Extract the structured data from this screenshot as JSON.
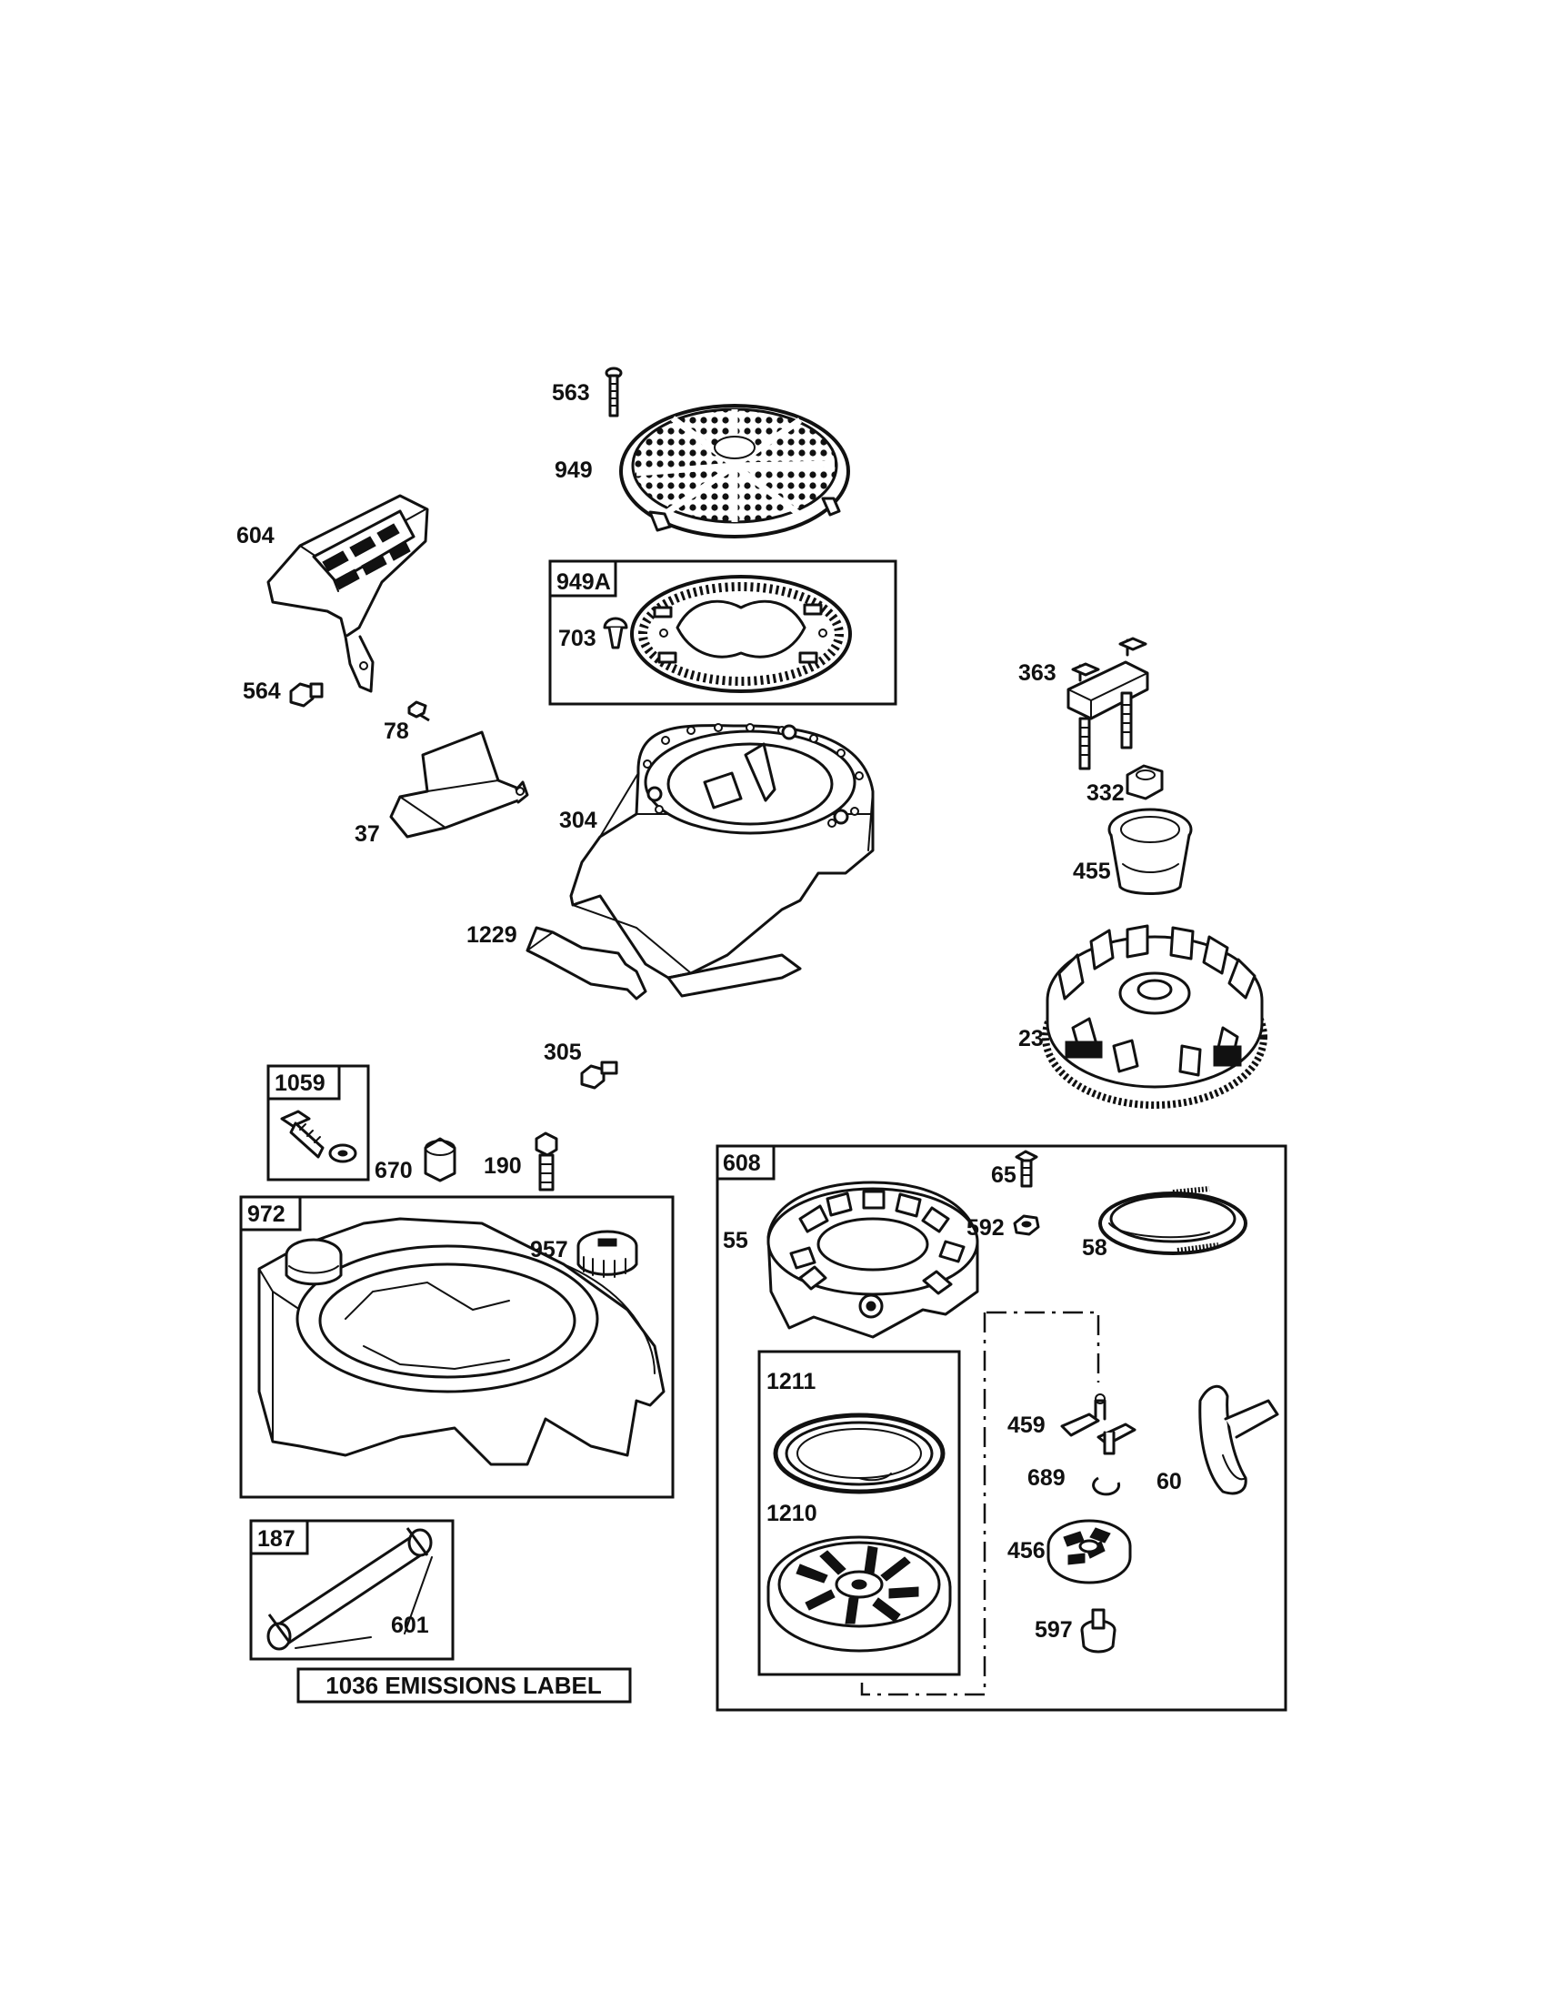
{
  "diagram": {
    "labels": {
      "p563": "563",
      "p949": "949",
      "p604": "604",
      "p949A": "949A",
      "p703": "703",
      "p363": "363",
      "p564": "564",
      "p78": "78",
      "p37": "37",
      "p304": "304",
      "p332": "332",
      "p455": "455",
      "p1229": "1229",
      "p23": "23",
      "p305": "305",
      "p1059": "1059",
      "p670": "670",
      "p190": "190",
      "p608": "608",
      "p65": "65",
      "p972": "972",
      "p957": "957",
      "p55": "55",
      "p592": "592",
      "p58": "58",
      "p1211": "1211",
      "p459": "459",
      "p689": "689",
      "p60": "60",
      "p1210": "1210",
      "p456": "456",
      "p187": "187",
      "p601": "601",
      "p597": "597"
    },
    "emissions_label": "1036 EMISSIONS LABEL"
  }
}
